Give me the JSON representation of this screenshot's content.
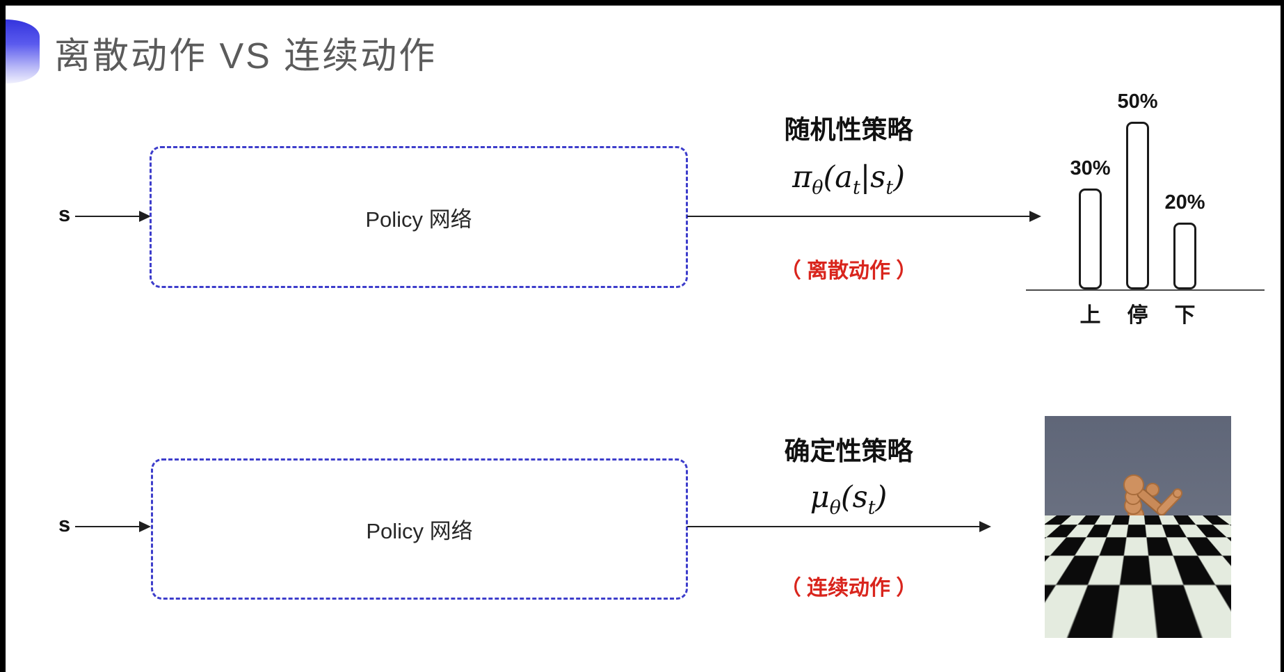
{
  "slide": {
    "title": "离散动作 VS 连续动作",
    "colors": {
      "accent_blue": "#3d3dcb",
      "note_red": "#d9251d",
      "title_gray": "#5b5b5b",
      "ink": "#1f1f1f"
    }
  },
  "rows": [
    {
      "input_label": "s",
      "box_label": "Policy 网络",
      "policy_title": "随机性策略",
      "formula": {
        "m1": "π",
        "s1": "θ",
        "m2": "(a",
        "s2": "t",
        "m3": "|s",
        "s3": "t",
        "m4": ")"
      },
      "note": "（ 离散动作 ）"
    },
    {
      "input_label": "s",
      "box_label": "Policy 网络",
      "policy_title": "确定性策略",
      "formula": {
        "m1": "μ",
        "s1": "θ",
        "m2": "(s",
        "s2": "t",
        "m3": ")",
        "s3": "",
        "m4": ""
      },
      "note": "（ 连续动作 ）"
    }
  ],
  "chart_data": {
    "type": "bar",
    "categories": [
      "上",
      "停",
      "下"
    ],
    "values": [
      30,
      50,
      20
    ],
    "value_labels": [
      "30%",
      "50%",
      "20%"
    ],
    "title": "",
    "xlabel": "",
    "ylabel": "",
    "ylim": [
      0,
      55
    ],
    "grid": false,
    "legend": false,
    "bar_fill": "#ffffff",
    "bar_stroke": "#1a1a1a"
  },
  "simulation_image": {
    "description": "MuJoCo humanoid robot running on a black-and-white checkerboard floor under a gray sky"
  }
}
